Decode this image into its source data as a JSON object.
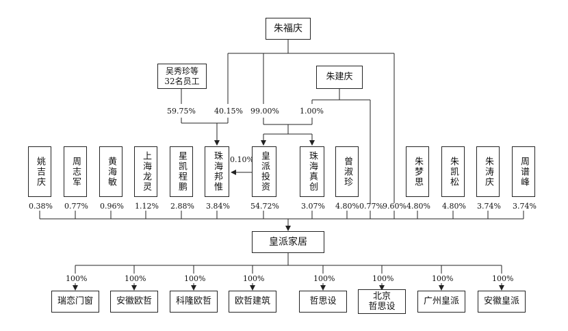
{
  "top": {
    "zhu_fuqing": "朱福庆",
    "zhu_jianqing": "朱建庆",
    "employees_line1": "吴秀珍等",
    "employees_line2": "32名员工"
  },
  "upper_pcts": {
    "emp_to_bangwei": "59.75%",
    "fuqing_to_bangwei": "40.15%",
    "fuqing_to_paitouzi": "99.00%",
    "jianqing_to_paitouzi": "1.00%",
    "paitouzi_to_bangwei": "0.10%"
  },
  "shareholders": [
    {
      "name": "姚吉庆",
      "pct": "0.38%"
    },
    {
      "name": "周志军",
      "pct": "0.77%"
    },
    {
      "name": "黄海敏",
      "pct": "0.96%"
    },
    {
      "name": "上海龙灵",
      "pct": "1.12%"
    },
    {
      "name": "星凯程鹏",
      "pct": "2.88%"
    },
    {
      "name": "珠海邦惟",
      "pct": "3.84%"
    },
    {
      "name": "皇派投资",
      "pct": "54.72%"
    },
    {
      "name": "珠海真创",
      "pct": "3.07%"
    },
    {
      "name": "曾淑珍",
      "pct": "4.80%"
    },
    {
      "name": "朱梦思",
      "pct": "4.80%"
    },
    {
      "name": "朱凯松",
      "pct": "4.80%"
    },
    {
      "name": "朱涛庆",
      "pct": "3.74%"
    },
    {
      "name": "周谱峰",
      "pct": "3.74%"
    }
  ],
  "direct_pcts": {
    "zhu_jianqing": "0.77%",
    "zhu_fuqing": "9.60%"
  },
  "company": "皇派家居",
  "subsidiaries": [
    {
      "name": "瑞恋门窗",
      "pct": "100%"
    },
    {
      "name": "安徽欧哲",
      "pct": "100%"
    },
    {
      "name": "科隆欧哲",
      "pct": "100%"
    },
    {
      "name": "欧哲建筑",
      "pct": "100%"
    },
    {
      "name": "哲思设",
      "pct": "100%"
    },
    {
      "name_line1": "北京",
      "name_line2": "哲思设",
      "pct": "100%"
    },
    {
      "name": "广州皇派",
      "pct": "100%"
    },
    {
      "name": "安徽皇派",
      "pct": "100%"
    }
  ],
  "colors": {
    "line": "#222222",
    "box_border": "#222222",
    "text": "#111111"
  }
}
